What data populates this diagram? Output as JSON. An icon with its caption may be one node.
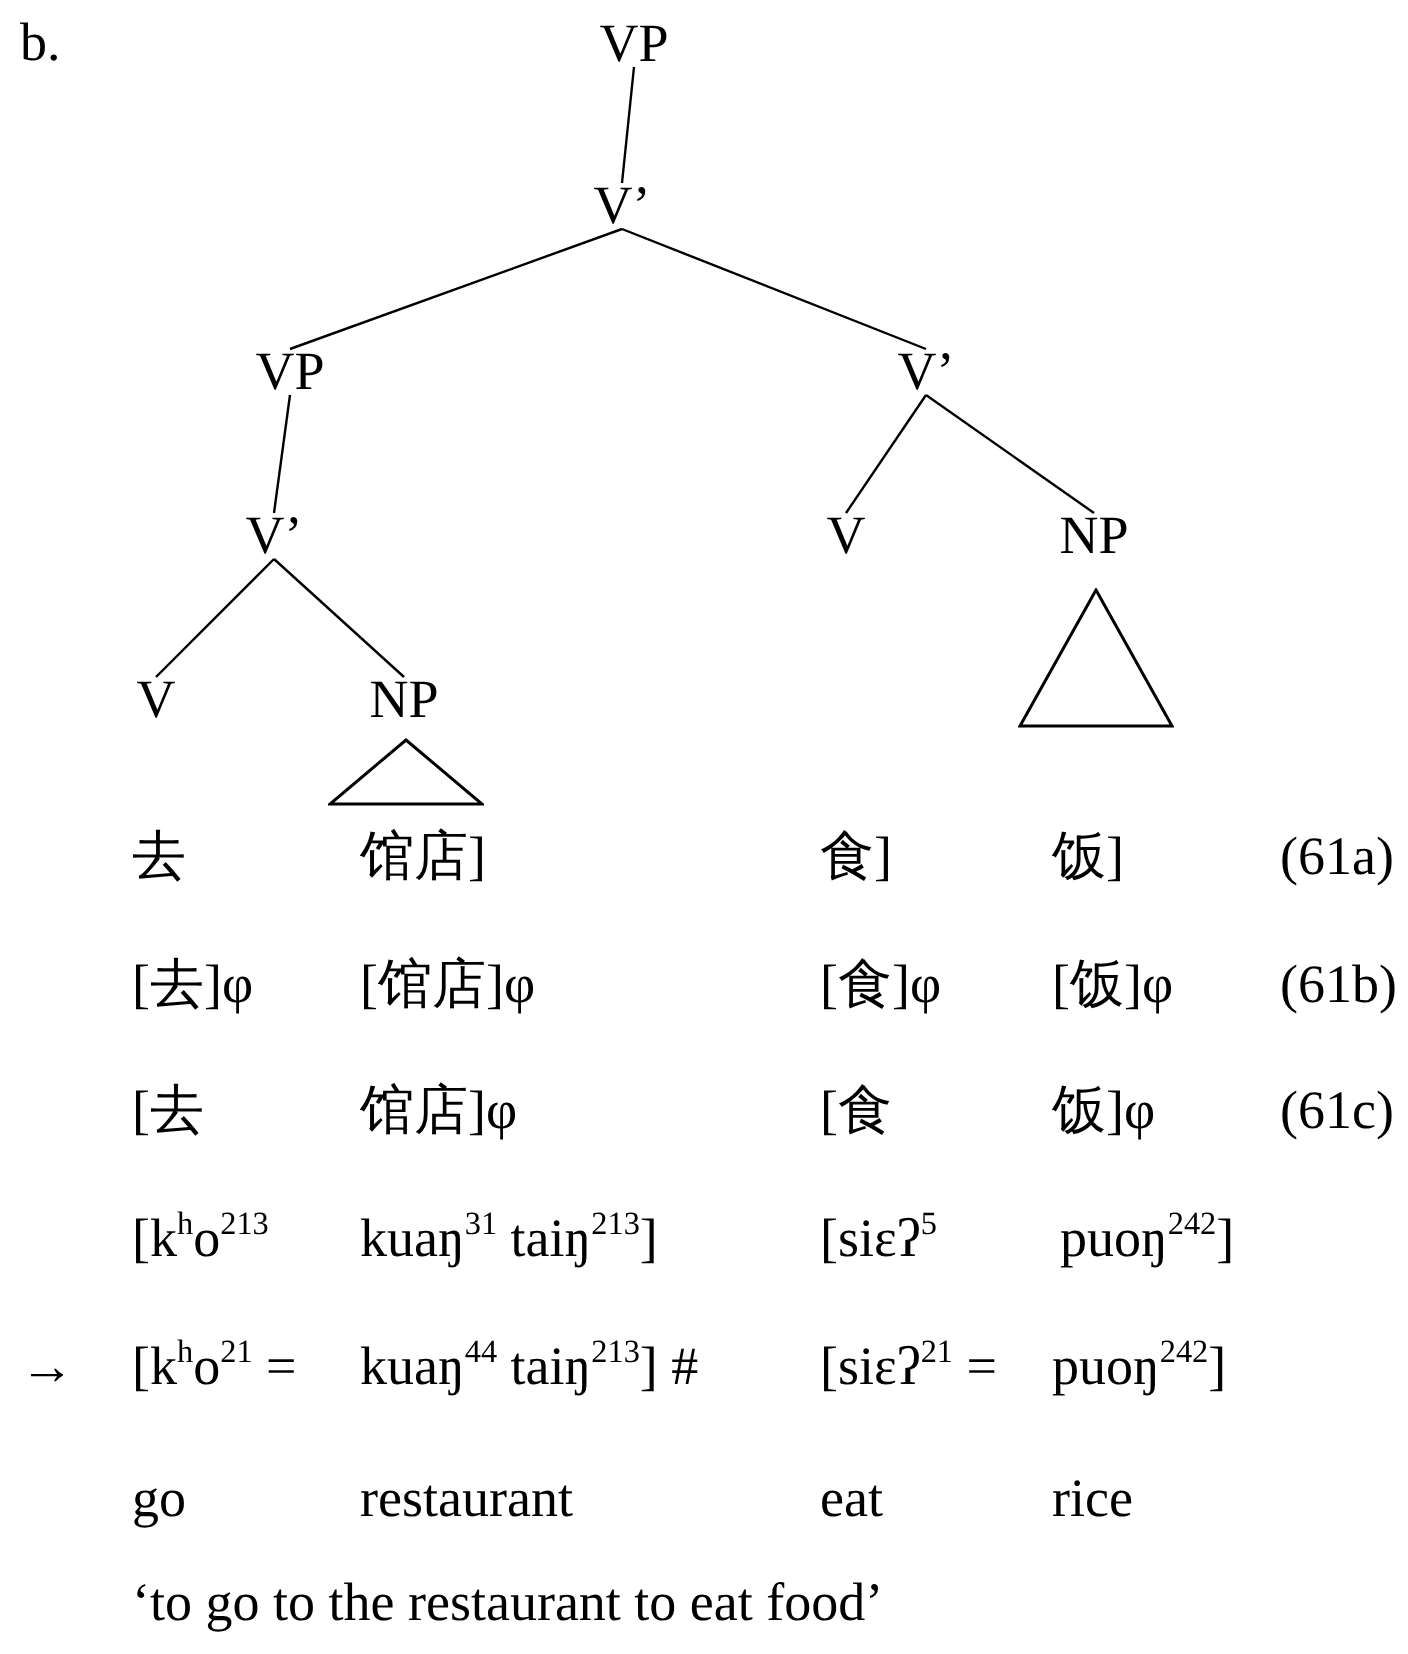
{
  "diagram": {
    "nodes": [
      {
        "text": [
          "VP"
        ]
      },
      {
        "text": [
          "V’"
        ]
      },
      {
        "text": [
          "VP"
        ]
      },
      {
        "text": [
          "V’"
        ]
      },
      {
        "text": [
          "V’"
        ]
      },
      {
        "text": [
          "V"
        ]
      },
      {
        "text": [
          "NP"
        ]
      },
      {
        "text": [
          "V"
        ]
      },
      {
        "text": [
          "NP"
        ]
      },
      {
        "text": [],
        "shape": "triangle"
      },
      {
        "text": [],
        "shape": "triangle"
      }
    ],
    "edges": [
      {
        "from": 0,
        "to": 1,
        "arrow": "none"
      },
      {
        "from": 1,
        "to": 2,
        "arrow": "none"
      },
      {
        "from": 1,
        "to": 3,
        "arrow": "none"
      },
      {
        "from": 2,
        "to": 4,
        "arrow": "none"
      },
      {
        "from": 4,
        "to": 7,
        "arrow": "none"
      },
      {
        "from": 4,
        "to": 8,
        "arrow": "none"
      },
      {
        "from": 3,
        "to": 5,
        "arrow": "none"
      },
      {
        "from": 3,
        "to": 6,
        "arrow": "none"
      }
    ],
    "labels": [
      "b.",
      "去",
      "馆店]",
      "食]",
      "饭]",
      "(61a)",
      "[去]φ",
      "[馆店]φ",
      "[食]φ",
      "[饭]φ",
      "(61b)",
      "[去",
      "馆店]φ",
      "[食",
      "饭]φ",
      "(61c)",
      "[k$^{h}$o$^{213}$",
      "kuaŋ$^{31}$ taiŋ$^{213}$]",
      "[siɛʔ$^{5}$",
      "puoŋ$^{242}$]",
      "→",
      "[k$^{h}$o$^{21}$ =",
      "kuaŋ$^{44}$ taiŋ$^{213}$] #",
      "[siɛʔ$^{21}$ =",
      "puoŋ$^{242}$]",
      "go",
      "restaurant",
      "eat",
      "rice",
      "‘to go to the restaurant to eat food’"
    ]
  }
}
